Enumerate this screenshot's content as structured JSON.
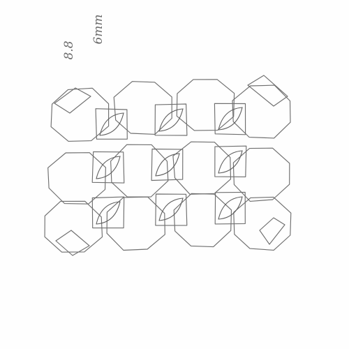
{
  "drawing": {
    "kind": "pencil sketch of interlaced octagon-and-square tessellation",
    "annotations": {
      "left": "8.8",
      "right": "6mm"
    },
    "grid": {
      "rows": 3,
      "cols": 3,
      "square_cells_with_leaf": 9
    },
    "colors": {
      "paper": "#fefefe",
      "pencil": "#6f6f6f"
    }
  }
}
